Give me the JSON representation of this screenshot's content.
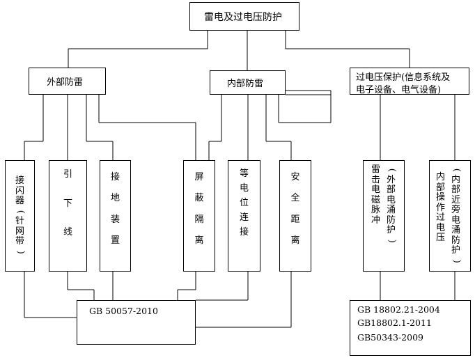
{
  "root": {
    "label": "雷电及过电压防护"
  },
  "categories": {
    "external": "外部防雷",
    "internal": "内部防雷",
    "overvoltage_line1": "过电压保护(信息系统及",
    "overvoltage_line2": "电子设备、电气设备)"
  },
  "items": {
    "air_terminal": "接闪器(针网带)",
    "down_conductor": "引下线",
    "grounding": "接地装置",
    "shielding": "屏蔽隔离",
    "equipotential": "等电位连接",
    "safety_distance": "安全距离",
    "lemp_main": "雷击电磁脉冲",
    "lemp_note": "(外部电涌防护)",
    "internal_ov_main": "内部操作过电压",
    "internal_ov_note": "(内部近旁电涌防护)"
  },
  "standards": {
    "building": "GB 50057-2010",
    "ov_1": "GB 18802.21-2004",
    "ov_2": "GB18802.1-2011",
    "ov_3": "GB50343-2009"
  }
}
